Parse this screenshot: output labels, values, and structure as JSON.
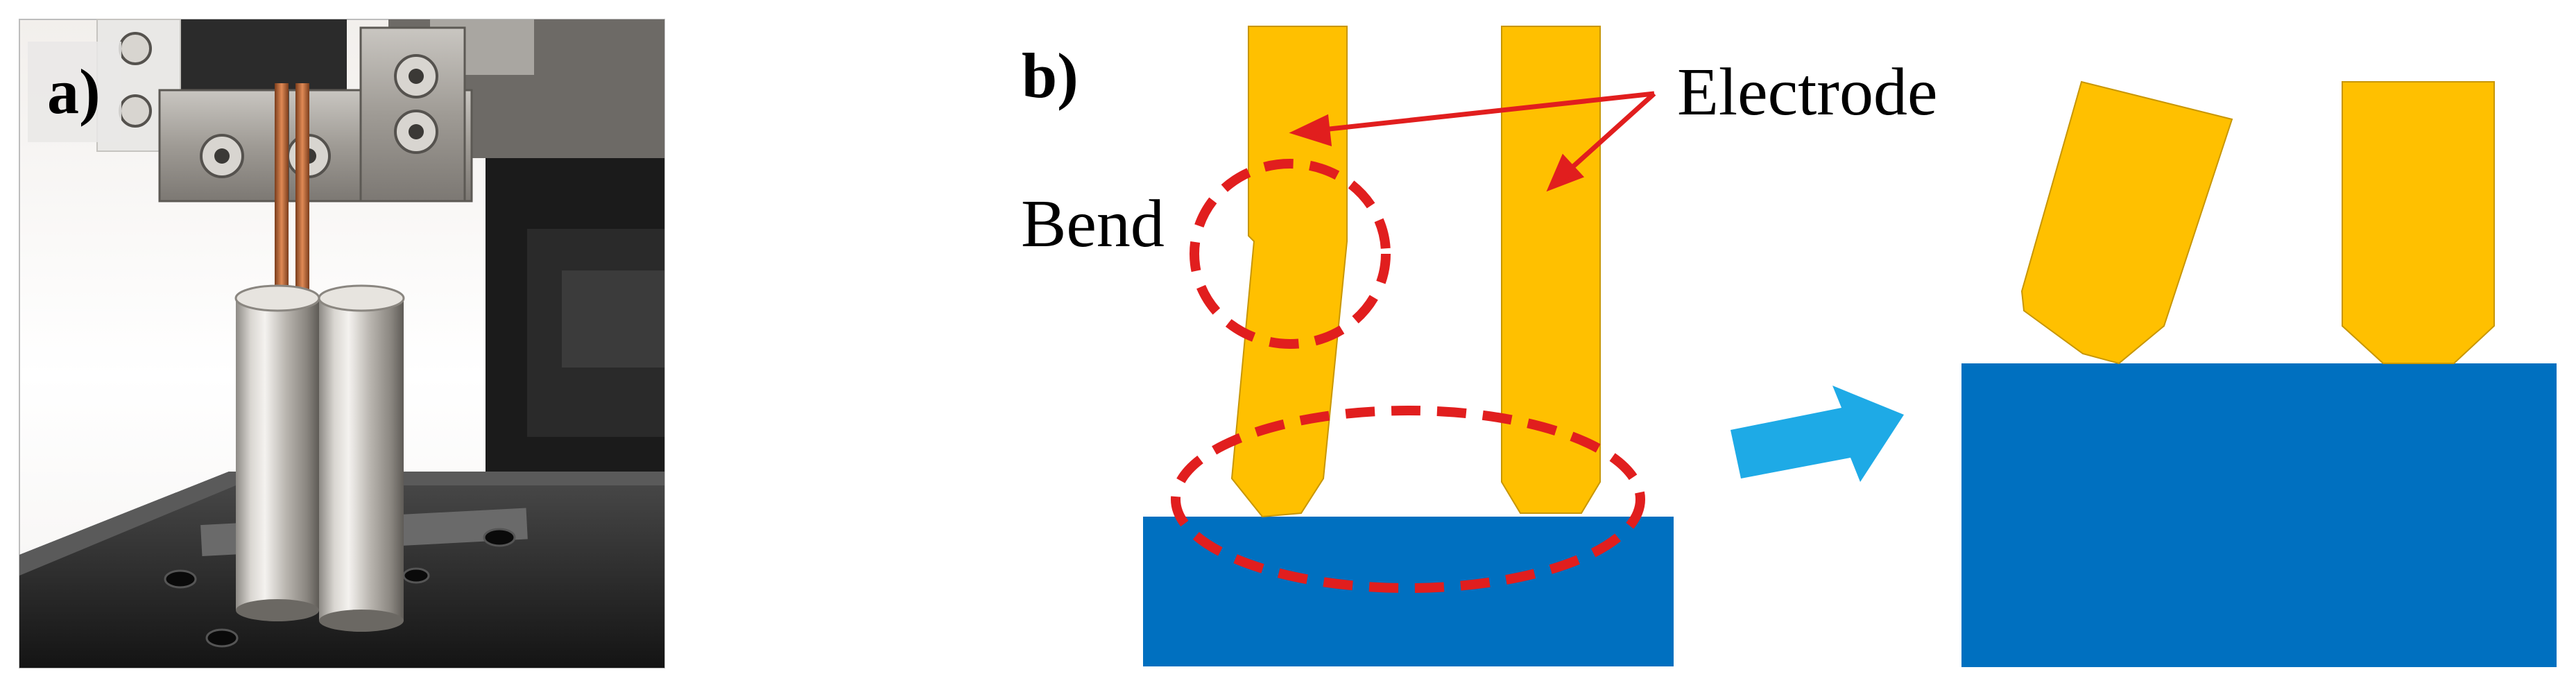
{
  "panel_a": {
    "label": "a)",
    "photo": {
      "description_icon": "spot-welder-photo-icon"
    }
  },
  "panel_b": {
    "label": "b)",
    "annotations": {
      "electrode": "Electrode",
      "bend": "Bend"
    },
    "colors": {
      "electrode": "#FFC000",
      "electrode_stroke": "#C89600",
      "substrate": "#0070C0",
      "highlight": "#E11E1E",
      "arrow": "#1EAAE6",
      "callout_line": "#E11E1E"
    }
  }
}
